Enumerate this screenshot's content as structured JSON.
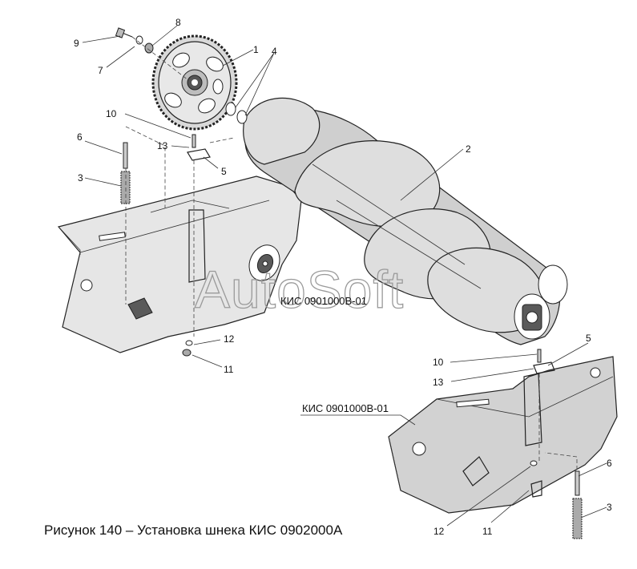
{
  "caption": "Рисунок 140 – Установка шнека КИС 0902000А",
  "watermark": "AutoSoft",
  "part_codes": {
    "upper_bracket": "КИС 0901000В-01",
    "lower_bracket": "КИС 0901000В-01"
  },
  "callouts": {
    "sprocket": "1",
    "auger": "2",
    "spring_left": "3",
    "washers": "4",
    "plate_left": "5",
    "rod_left": "6",
    "washer_small": "7",
    "washer_nut": "8",
    "bolt": "9",
    "bolt_small_left": "10",
    "nut_left": "11",
    "washer_left": "12",
    "key_left": "13",
    "plate_right": "5",
    "bolt_small_right": "10",
    "key_right": "13",
    "washer_right": "12",
    "nut_right": "11",
    "rod_right": "6",
    "spring_right": "3"
  }
}
